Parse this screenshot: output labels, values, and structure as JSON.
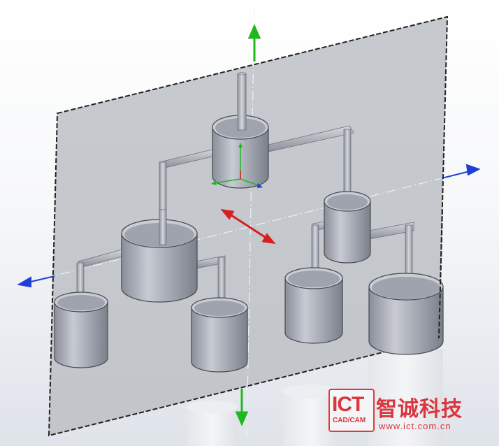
{
  "scene": {
    "view": "SolidWorks 3D model viewport",
    "plane": "front plane (selected)",
    "triad_axes": [
      "x",
      "y",
      "z"
    ],
    "colors": {
      "plane_fill": "#bcbfc4",
      "tank_body": "#a8acb6",
      "axis_green": "#1fb81f",
      "axis_blue": "#1f3fd6",
      "axis_red": "#d61f1f"
    }
  },
  "watermark": {
    "logo_text": "ICT",
    "logo_subtext": "CAD/CAM",
    "company_cn": "智诚科技",
    "url": "www.ict.com.cn"
  }
}
